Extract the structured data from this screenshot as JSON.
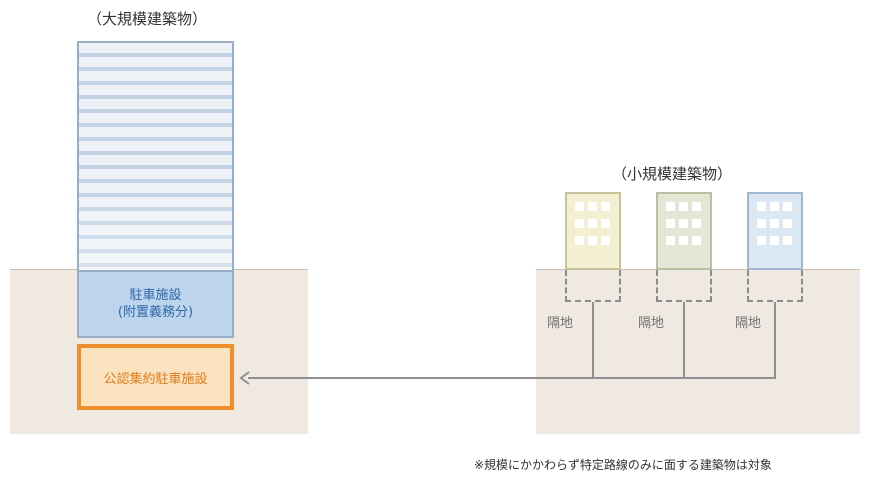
{
  "large_building": {
    "title": "（大規模建築物）",
    "parking_line1": "駐車施設",
    "parking_line2": "(附置義務分)",
    "public_parking": "公認集約駐車施設"
  },
  "small_buildings": {
    "title": "（小規模建築物）",
    "offsite_labels": [
      "隔地",
      "隔地",
      "隔地"
    ],
    "colors": [
      "#f2efd2",
      "#e4e7d6",
      "#dbe7f3"
    ],
    "border_colors": [
      "#c9c39a",
      "#b9bfa2",
      "#9fb9d4"
    ]
  },
  "note": "※規模にかかわらず特定路線のみに面する建築物は対象",
  "colors": {
    "ground": "#efe9e2",
    "tower_stripe": "#c3d3e6",
    "parking_fill": "#bcd4ec",
    "parking_text": "#2f67a8",
    "public_fill": "#fbe3bf",
    "public_border": "#ec8f2c",
    "connector": "#909090"
  }
}
